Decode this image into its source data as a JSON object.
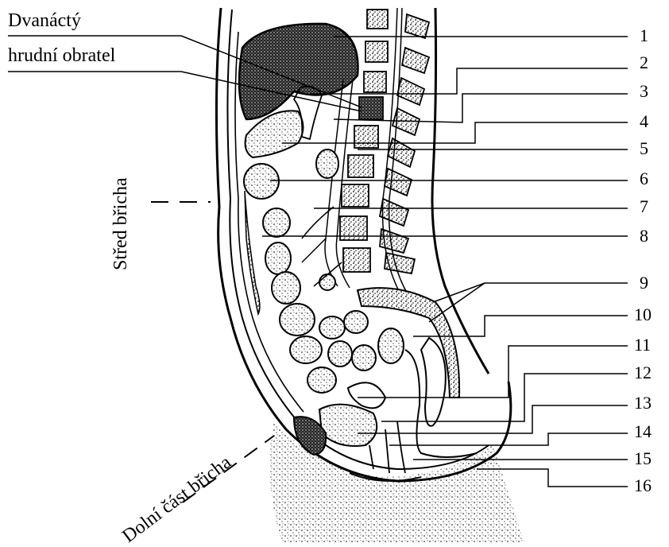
{
  "labels": {
    "vertebra_line1": "Dvanáctý",
    "vertebra_line2": "hrudní obratel",
    "mid_abdomen": "Střed břicha",
    "lower_abdomen": "Dolní část břicha"
  },
  "numbers": [
    "1",
    "2",
    "3",
    "4",
    "5",
    "6",
    "7",
    "8",
    "9",
    "10",
    "11",
    "12",
    "13",
    "14",
    "15",
    "16"
  ]
}
